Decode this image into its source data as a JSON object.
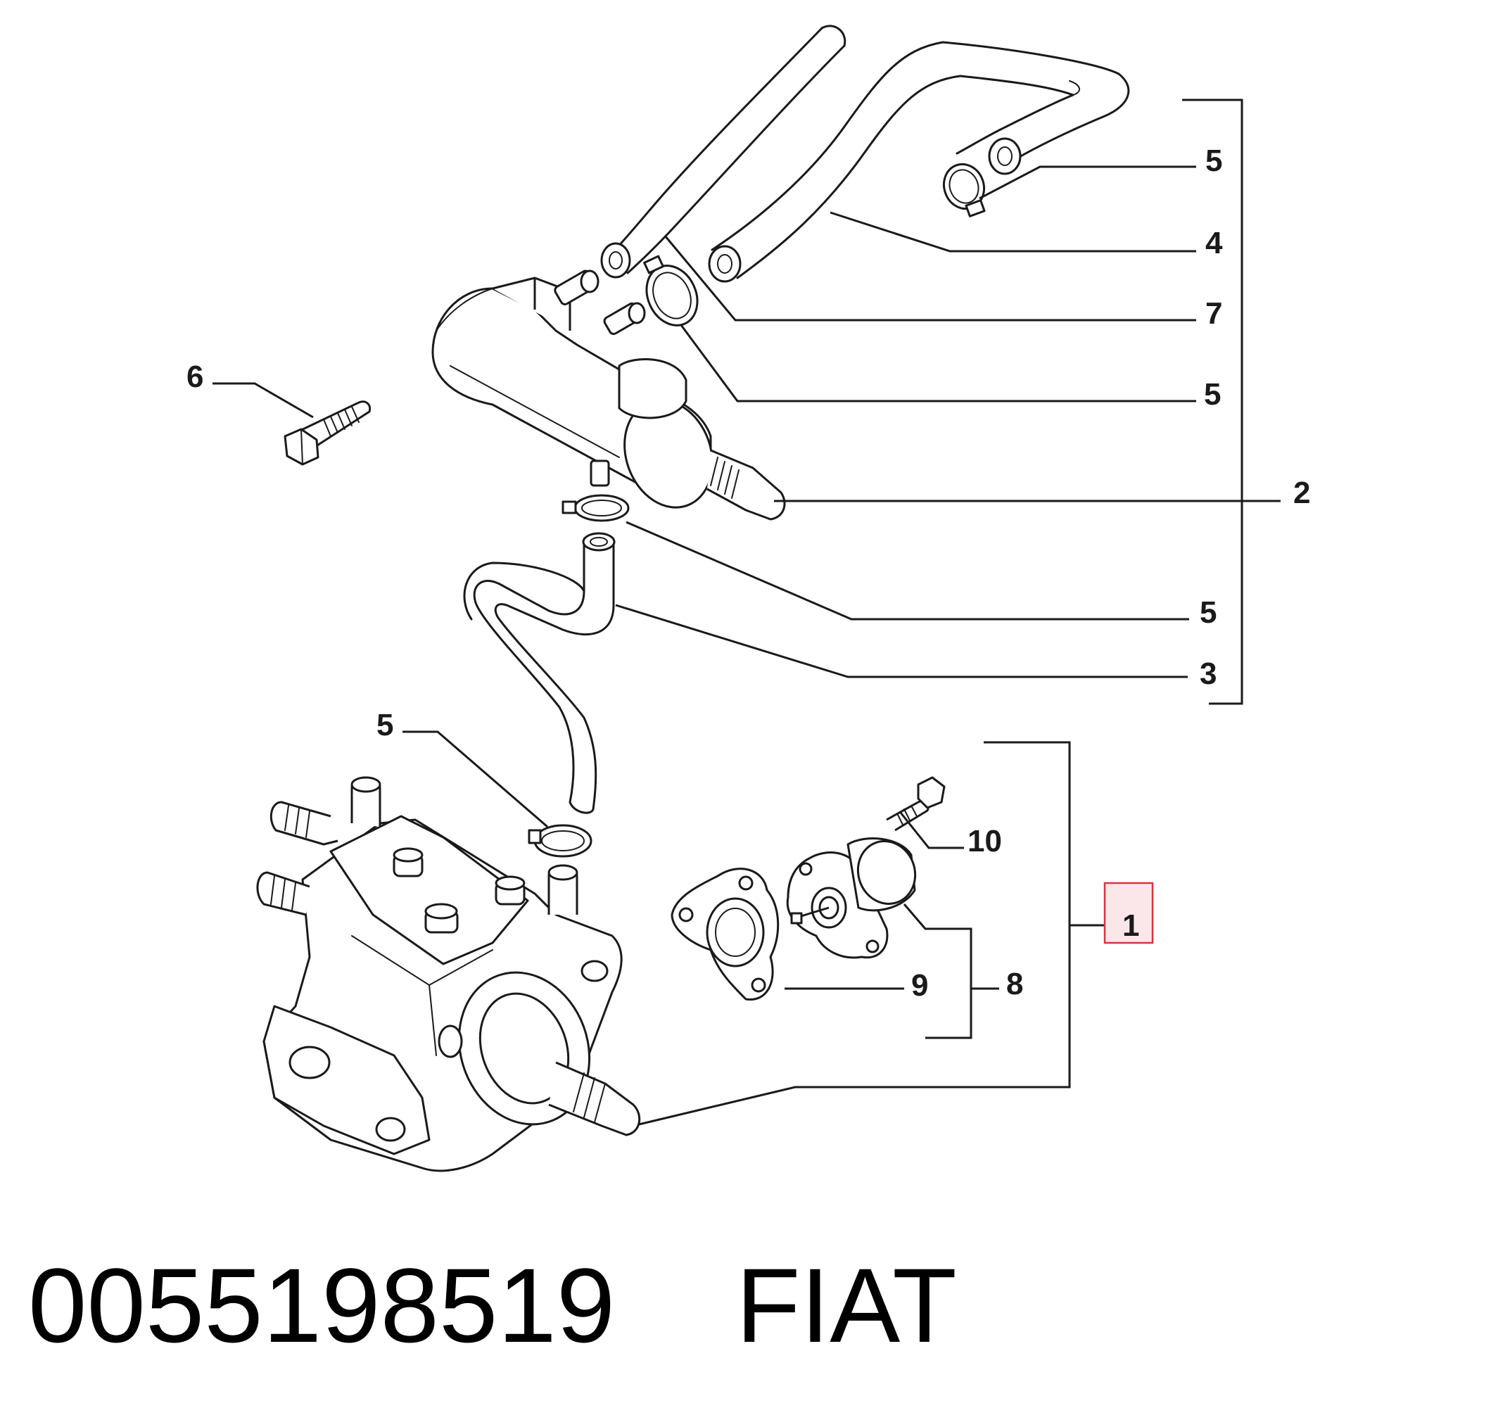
{
  "callouts": {
    "c5a": "5",
    "c4": "4",
    "c7": "7",
    "c5b": "5",
    "c2": "2",
    "c5c": "5",
    "c3": "3",
    "c6": "6",
    "c5d": "5",
    "c10": "10",
    "c1": "1",
    "c9": "9",
    "c8": "8"
  },
  "caption": {
    "part_number": "0055198519",
    "brand": "FIAT"
  },
  "colors": {
    "line": "#1a1a1a",
    "highlight_fill": "#fbe7ea",
    "highlight_border": "#d9323f"
  }
}
